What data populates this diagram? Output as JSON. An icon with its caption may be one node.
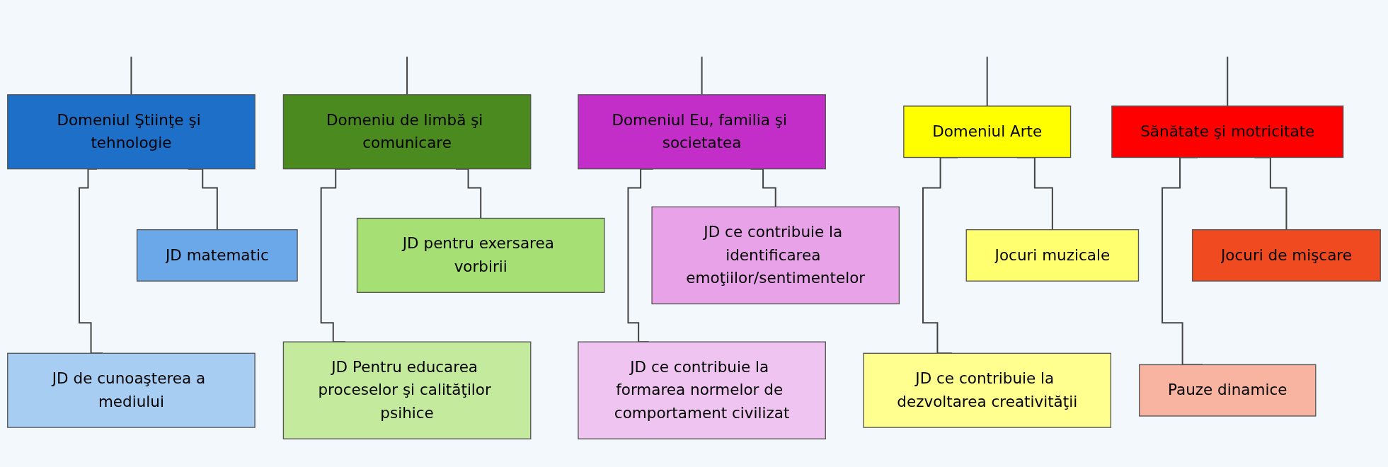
{
  "diagram": {
    "nodes": [
      {
        "text": [
          "Domeniul Ştiinţe şi tehnologie"
        ]
      },
      {
        "text": [
          "Domeniu de limbă şi comunicare"
        ]
      },
      {
        "text": [
          "Domeniul Eu, familia şi societatea"
        ]
      },
      {
        "text": [
          "Domeniul Arte"
        ]
      },
      {
        "text": [
          "Sănătate şi motricitate"
        ]
      },
      {
        "text": [
          "JD matematic"
        ]
      },
      {
        "text": [
          "JD pentru exersarea vorbirii"
        ]
      },
      {
        "text": [
          "JD ce contribuie la identificarea emoţiilor/sentimentelor"
        ]
      },
      {
        "text": [
          "Jocuri muzicale"
        ]
      },
      {
        "text": [
          "Jocuri de mişcare"
        ]
      },
      {
        "text": [
          "JD de cunoaşterea a mediului"
        ]
      },
      {
        "text": [
          "JD Pentru educarea proceselor şi calităţilor psihice"
        ]
      },
      {
        "text": [
          "JD ce contribuie la formarea normelor de comportament civilizat"
        ]
      },
      {
        "text": [
          "JD ce contribuie la dezvoltarea creativităţii"
        ]
      },
      {
        "text": [
          "Pauze dinamice"
        ]
      }
    ],
    "edges": [
      {
        "from": null,
        "to": 0,
        "arrow": "none"
      },
      {
        "from": null,
        "to": 1,
        "arrow": "none"
      },
      {
        "from": null,
        "to": 2,
        "arrow": "none"
      },
      {
        "from": null,
        "to": 3,
        "arrow": "none"
      },
      {
        "from": null,
        "to": 4,
        "arrow": "none"
      },
      {
        "from": 0,
        "to": 5,
        "arrow": "none"
      },
      {
        "from": 0,
        "to": 10,
        "arrow": "none"
      },
      {
        "from": 1,
        "to": 6,
        "arrow": "none"
      },
      {
        "from": 1,
        "to": 11,
        "arrow": "none"
      },
      {
        "from": 2,
        "to": 7,
        "arrow": "none"
      },
      {
        "from": 2,
        "to": 12,
        "arrow": "none"
      },
      {
        "from": 3,
        "to": 8,
        "arrow": "none"
      },
      {
        "from": 3,
        "to": 13,
        "arrow": "none"
      },
      {
        "from": 4,
        "to": 9,
        "arrow": "none"
      },
      {
        "from": 4,
        "to": 14,
        "arrow": "none"
      }
    ]
  }
}
